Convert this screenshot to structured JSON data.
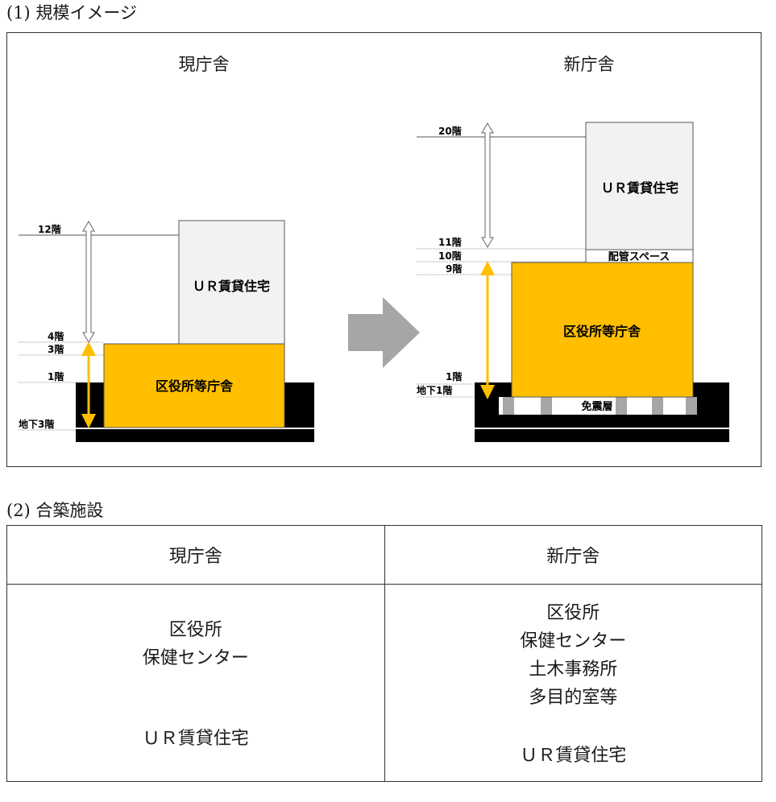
{
  "section1": {
    "title": "(1) 規模イメージ"
  },
  "section2": {
    "title": "(2) 合築施設"
  },
  "diagram": {
    "current": {
      "title": "現庁舎",
      "tower_label": "ＵＲ賃貸住宅",
      "base_label": "区役所等庁舎",
      "floor_labels": [
        "12階",
        "4階",
        "3階",
        "1階",
        "地下3階"
      ]
    },
    "new": {
      "title": "新庁舎",
      "tower_label": "ＵＲ賃貸住宅",
      "piping_label": "配管スペース",
      "base_label": "区役所等庁舎",
      "isolation_label": "免震層",
      "floor_labels": [
        "20階",
        "11階",
        "10階",
        "9階",
        "1階",
        "地下1階"
      ]
    },
    "colors": {
      "office": "#ffbf00",
      "housing": "#f2f2f2",
      "ground": "#000000",
      "arrow": "#a6a6a6"
    }
  },
  "table": {
    "headers": [
      "現庁舎",
      "新庁舎"
    ],
    "current_facilities": [
      "区役所",
      "保健センター"
    ],
    "current_housing": "ＵＲ賃貸住宅",
    "new_facilities": [
      "区役所",
      "保健センター",
      "土木事務所",
      "多目的室等"
    ],
    "new_housing": "ＵＲ賃貸住宅"
  }
}
